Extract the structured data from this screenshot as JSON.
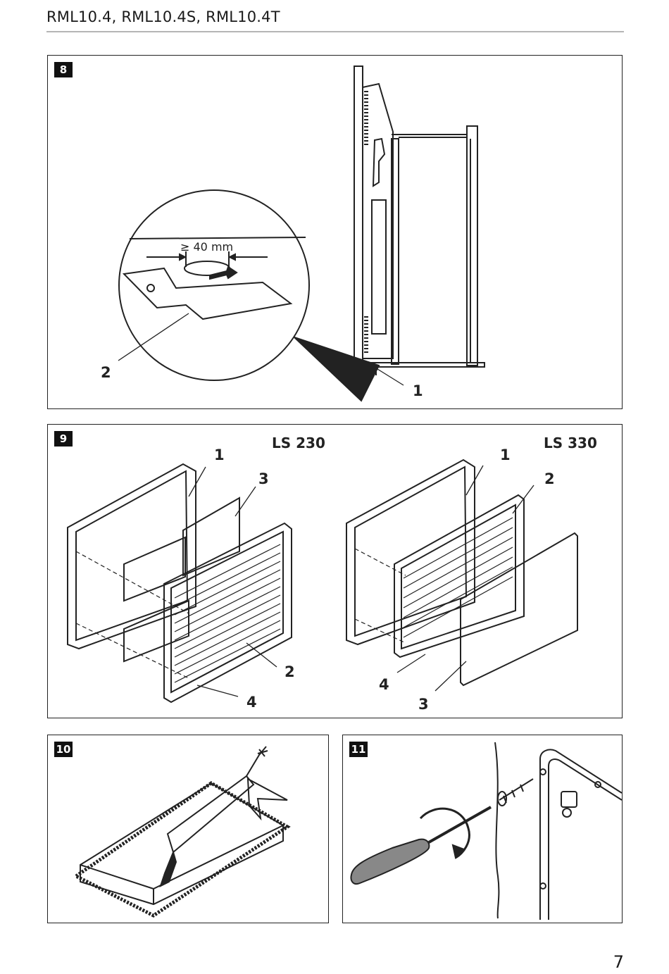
{
  "header": {
    "title": "RML10.4, RML10.4S, RML10.4T"
  },
  "page": {
    "number": "7"
  },
  "fig8": {
    "badge": "8",
    "dimension": "≥ 40 mm",
    "callouts": [
      "2",
      "1"
    ]
  },
  "fig9": {
    "badge": "9",
    "left": {
      "model": "LS 230",
      "callouts": [
        "1",
        "3",
        "2",
        "4"
      ]
    },
    "right": {
      "model": "LS 330",
      "callouts": [
        "1",
        "2",
        "4",
        "3"
      ]
    }
  },
  "fig10": {
    "badge": "10"
  },
  "fig11": {
    "badge": "11"
  }
}
